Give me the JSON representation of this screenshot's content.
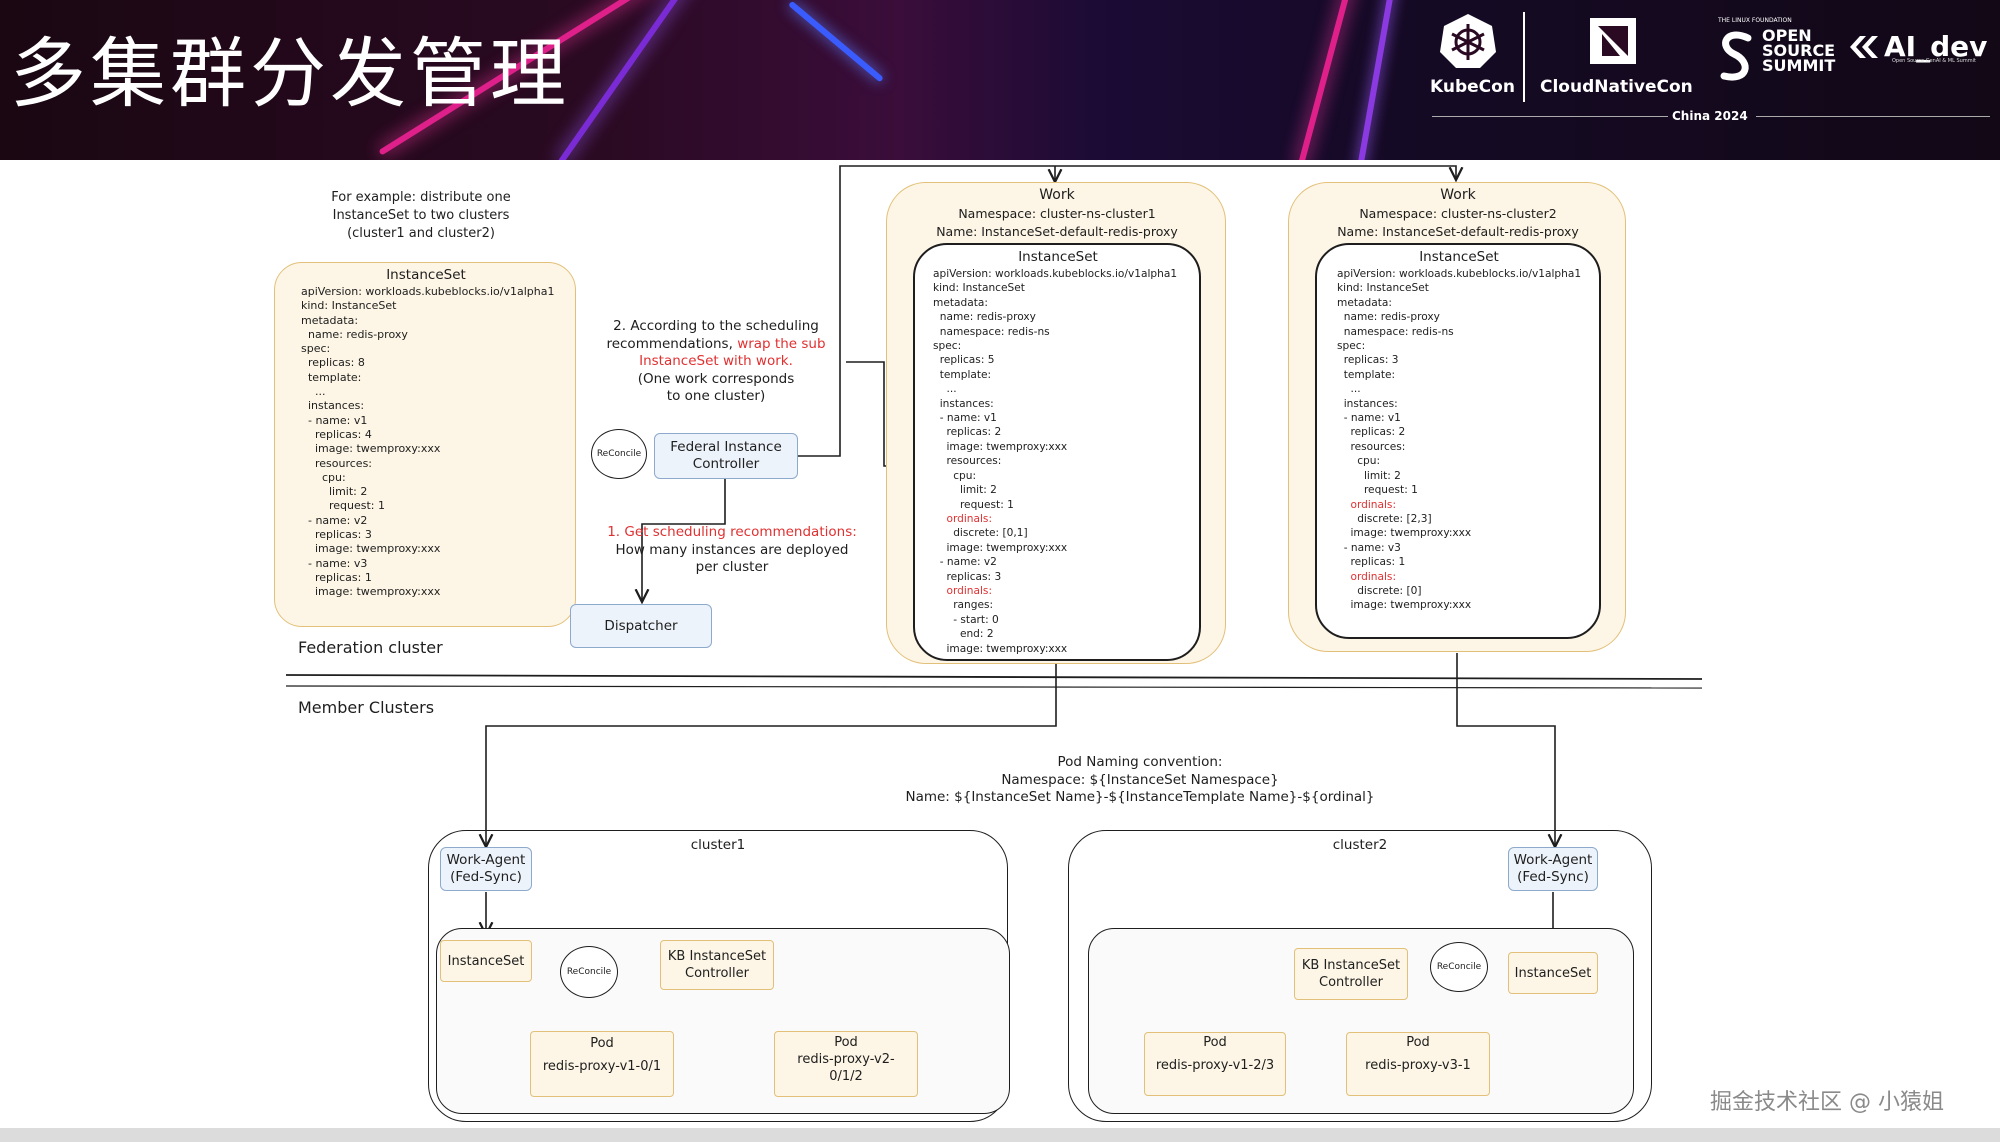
{
  "header": {
    "title": "多集群分发管理",
    "kubecon": "KubeCon",
    "cloudnativecon": "CloudNativeCon",
    "china2024": "China 2024",
    "lf_small": "THE LINUX FOUNDATION",
    "open_source_summit": [
      "OPEN",
      "SOURCE",
      "SUMMIT"
    ],
    "ai_dev": "AI_dev",
    "ai_dev_sub": "Open Source GenAI & ML Summit"
  },
  "example_note": [
    "For example: distribute one",
    "InstanceSet to two clusters",
    "(cluster1 and cluster2)"
  ],
  "federation_label": "Federation cluster",
  "member_label": "Member Clusters",
  "source_instanceset": {
    "title": "InstanceSet",
    "lines": [
      {
        "text": "apiVersion: workloads.kubeblocks.io/v1alpha1",
        "red": false
      },
      {
        "text": "kind: InstanceSet",
        "red": false
      },
      {
        "text": "metadata:",
        "red": false
      },
      {
        "text": "  name: redis-proxy",
        "red": false
      },
      {
        "text": "spec:",
        "red": false
      },
      {
        "text": "  replicas: 8",
        "red": false
      },
      {
        "text": "  template:",
        "red": false
      },
      {
        "text": "    ...",
        "red": false
      },
      {
        "text": "  instances:",
        "red": false
      },
      {
        "text": "  - name: v1",
        "red": false
      },
      {
        "text": "    replicas: 4",
        "red": false
      },
      {
        "text": "    image: twemproxy:xxx",
        "red": false
      },
      {
        "text": "    resources:",
        "red": false
      },
      {
        "text": "      cpu:",
        "red": false
      },
      {
        "text": "        limit: 2",
        "red": false
      },
      {
        "text": "        request: 1",
        "red": false
      },
      {
        "text": "  - name: v2",
        "red": false
      },
      {
        "text": "    replicas: 3",
        "red": false
      },
      {
        "text": "    image: twemproxy:xxx",
        "red": false
      },
      {
        "text": "  - name: v3",
        "red": false
      },
      {
        "text": "    replicas: 1",
        "red": false
      },
      {
        "text": "    image: twemproxy:xxx",
        "red": false
      }
    ]
  },
  "step2": {
    "line1": "2. According to the scheduling",
    "line2a": "recommendations, ",
    "line2b": "wrap the sub",
    "line3": "InstanceSet with work.",
    "line4": "(One work corresponds",
    "line5": "to one cluster)"
  },
  "step1": {
    "line1": "1. Get scheduling recommendations:",
    "line2": "How many instances are deployed",
    "line3": "per cluster"
  },
  "reconcile_label": "ReConcile",
  "federal_controller": [
    "Federal Instance",
    "Controller"
  ],
  "dispatcher": "Dispatcher",
  "work1": {
    "title": "Work",
    "namespace": "Namespace: cluster-ns-cluster1",
    "name": "Name: InstanceSet-default-redis-proxy",
    "inner_title": "InstanceSet",
    "lines": [
      {
        "text": "apiVersion: workloads.kubeblocks.io/v1alpha1",
        "red": false
      },
      {
        "text": "kind: InstanceSet",
        "red": false
      },
      {
        "text": "metadata:",
        "red": false
      },
      {
        "text": "  name: redis-proxy",
        "red": false
      },
      {
        "text": "  namespace: redis-ns",
        "red": false
      },
      {
        "text": "spec:",
        "red": false
      },
      {
        "text": "  replicas: 5",
        "red": false
      },
      {
        "text": "  template:",
        "red": false
      },
      {
        "text": "    ...",
        "red": false
      },
      {
        "text": "  instances:",
        "red": false
      },
      {
        "text": "  - name: v1",
        "red": false
      },
      {
        "text": "    replicas: 2",
        "red": false
      },
      {
        "text": "    image: twemproxy:xxx",
        "red": false
      },
      {
        "text": "    resources:",
        "red": false
      },
      {
        "text": "      cpu:",
        "red": false
      },
      {
        "text": "        limit: 2",
        "red": false
      },
      {
        "text": "        request: 1",
        "red": false
      },
      {
        "text": "    ordinals:",
        "red": true
      },
      {
        "text": "      discrete: [0,1]",
        "red": false
      },
      {
        "text": "    image: twemproxy:xxx",
        "red": false
      },
      {
        "text": "  - name: v2",
        "red": false
      },
      {
        "text": "    replicas: 3",
        "red": false
      },
      {
        "text": "    ordinals:",
        "red": true
      },
      {
        "text": "      ranges:",
        "red": false
      },
      {
        "text": "      - start: 0",
        "red": false
      },
      {
        "text": "        end: 2",
        "red": false
      },
      {
        "text": "    image: twemproxy:xxx",
        "red": false
      }
    ]
  },
  "work2": {
    "title": "Work",
    "namespace": "Namespace: cluster-ns-cluster2",
    "name": "Name: InstanceSet-default-redis-proxy",
    "inner_title": "InstanceSet",
    "lines": [
      {
        "text": "apiVersion: workloads.kubeblocks.io/v1alpha1",
        "red": false
      },
      {
        "text": "kind: InstanceSet",
        "red": false
      },
      {
        "text": "metadata:",
        "red": false
      },
      {
        "text": "  name: redis-proxy",
        "red": false
      },
      {
        "text": "  namespace: redis-ns",
        "red": false
      },
      {
        "text": "spec:",
        "red": false
      },
      {
        "text": "  replicas: 3",
        "red": false
      },
      {
        "text": "  template:",
        "red": false
      },
      {
        "text": "    ...",
        "red": false
      },
      {
        "text": "  instances:",
        "red": false
      },
      {
        "text": "  - name: v1",
        "red": false
      },
      {
        "text": "    replicas: 2",
        "red": false
      },
      {
        "text": "    resources:",
        "red": false
      },
      {
        "text": "      cpu:",
        "red": false
      },
      {
        "text": "        limit: 2",
        "red": false
      },
      {
        "text": "        request: 1",
        "red": false
      },
      {
        "text": "    ordinals:",
        "red": true
      },
      {
        "text": "      discrete: [2,3]",
        "red": false
      },
      {
        "text": "    image: twemproxy:xxx",
        "red": false
      },
      {
        "text": "  - name: v3",
        "red": false
      },
      {
        "text": "    replicas: 1",
        "red": false
      },
      {
        "text": "    ordinals:",
        "red": true
      },
      {
        "text": "      discrete: [0]",
        "red": false
      },
      {
        "text": "    image: twemproxy:xxx",
        "red": false
      }
    ]
  },
  "naming": {
    "line1": "Pod Naming convention:",
    "line2": "Namespace: ${InstanceSet Namespace}",
    "line3": "Name: ${InstanceSet Name}-${InstanceTemplate Name}-${ordinal}"
  },
  "cluster1": {
    "label": "cluster1",
    "work_agent": [
      "Work-Agent",
      "(Fed-Sync)"
    ],
    "instanceset": "InstanceSet",
    "controller": [
      "KB InstanceSet",
      "Controller"
    ],
    "pod1": {
      "title": "Pod",
      "name": "redis-proxy-v1-0/1"
    },
    "pod2": {
      "title": "Pod",
      "name1": "redis-proxy-v2-",
      "name2": "0/1/2"
    }
  },
  "cluster2": {
    "label": "cluster2",
    "work_agent": [
      "Work-Agent",
      "(Fed-Sync)"
    ],
    "instanceset": "InstanceSet",
    "controller": [
      "KB InstanceSet",
      "Controller"
    ],
    "pod1": {
      "title": "Pod",
      "name": "redis-proxy-v1-2/3"
    },
    "pod2": {
      "title": "Pod",
      "name": "redis-proxy-v3-1"
    }
  },
  "watermark": "掘金技术社区 @ 小猿姐",
  "colors": {
    "yellow_fill": "#fdf6e6",
    "yellow_border": "#e3c07a",
    "blue_fill": "#edf3fb",
    "blue_border": "#8da9cc",
    "highlight_red": "#e03131"
  }
}
